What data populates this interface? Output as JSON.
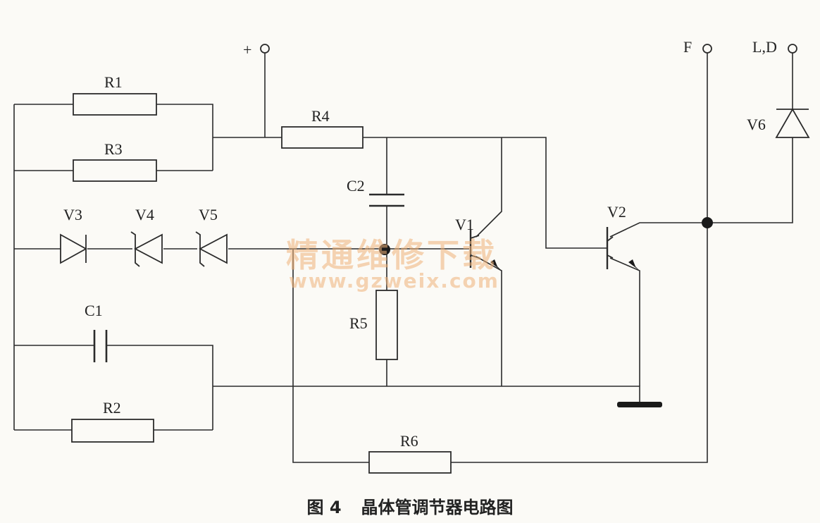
{
  "labels": {
    "R1": "R1",
    "R2": "R2",
    "R3": "R3",
    "R4": "R4",
    "R5": "R5",
    "R6": "R6",
    "C1": "C1",
    "C2": "C2",
    "V1": "V1",
    "V2": "V2",
    "V3": "V3",
    "V4": "V4",
    "V5": "V5",
    "V6": "V6"
  },
  "terminals": {
    "plus": "+",
    "F": "F",
    "LD": "L,D"
  },
  "watermark": {
    "line1": "精通维修下载",
    "line2": "www.gzweix.com"
  },
  "caption": {
    "figure": "图 4",
    "title": "晶体管调节器电路图"
  },
  "colors": {
    "ink": "#2b2b2b",
    "watermark": "#f0b27a",
    "paper": "#fbfaf6"
  }
}
